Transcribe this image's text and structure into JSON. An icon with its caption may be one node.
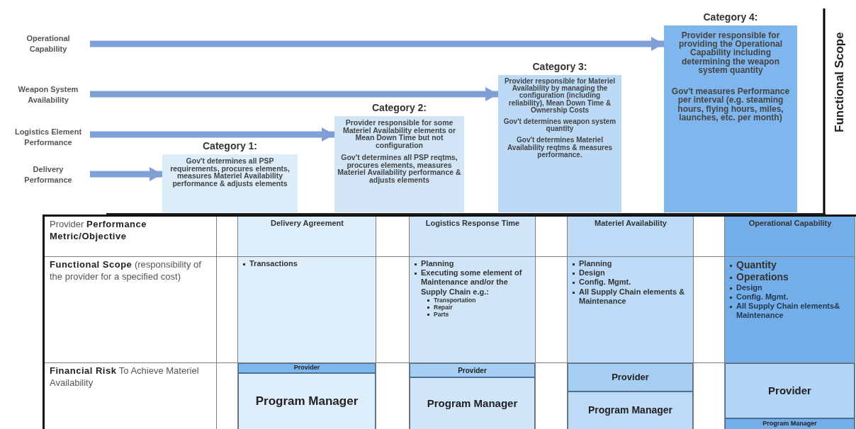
{
  "diagram": {
    "nodes": [
      {
        "text": [
          "Operational Capability"
        ]
      },
      {
        "text": [
          "Weapon System Availability"
        ]
      },
      {
        "text": [
          "Logistics Element Performance"
        ]
      },
      {
        "text": [
          "Delivery Performance"
        ]
      },
      {
        "text": [
          "Category 1:",
          "Gov't determines all PSP requirements, procures elements, measures Materiel Availability performance & adjusts elements"
        ]
      },
      {
        "text": [
          "Category 2:",
          "Provider responsible for some Materiel Availability elements or Mean Down Time but not configuration",
          "Gov't determines all PSP reqtms, procures elements, measures Materiel Availability performance & adjusts elements"
        ]
      },
      {
        "text": [
          "Category 3:",
          "Provider responsible for Materiel Availability by managing the configuration (including reliability), Mean Down Time & Ownership Costs",
          "Gov't determines weapon system quantity",
          "Gov't determines Materiel Availability reqtms & measures performance."
        ]
      },
      {
        "text": [
          "Category 4:",
          "Provider responsible for providing the Operational Capability including determining the weapon system quantity",
          "Gov't measures Performance per interval (e.g. steaming hours, flying hours, miles, launches, etc. per month)"
        ]
      }
    ],
    "edges": [
      {
        "from": 0,
        "to": 7,
        "arrow": "to"
      },
      {
        "from": 1,
        "to": 6,
        "arrow": "to"
      },
      {
        "from": 2,
        "to": 5,
        "arrow": "to"
      },
      {
        "from": 3,
        "to": 4,
        "arrow": "to"
      }
    ],
    "labels": [
      "Functional Scope",
      "Provider **Performance Metric/Objective**",
      "Delivery Agreement",
      "Logistics Response Time",
      "Materiel Availability",
      "Operational Capability",
      "**Functional Scope** (responsibility of the provider for a specified cost)",
      "Transactions",
      "Planning",
      "Executing some element of Maintenance and/or the Supply Chain e.g.:",
      "Transportation",
      "Repair",
      "Parts",
      "Planning",
      "Design",
      "Config. Mgmt.",
      "All Supply Chain elements & Maintenance",
      "Quantity",
      "Operations",
      "Design",
      "Config. Mgmt.",
      "All Supply Chain elements& Maintenance",
      "**Financial Risk** To Achieve Materiel Availability",
      "Provider",
      "Program Manager",
      "Provider",
      "Program Manager",
      "Provider",
      "Program Manager",
      "Provider",
      "Program Manager"
    ]
  }
}
